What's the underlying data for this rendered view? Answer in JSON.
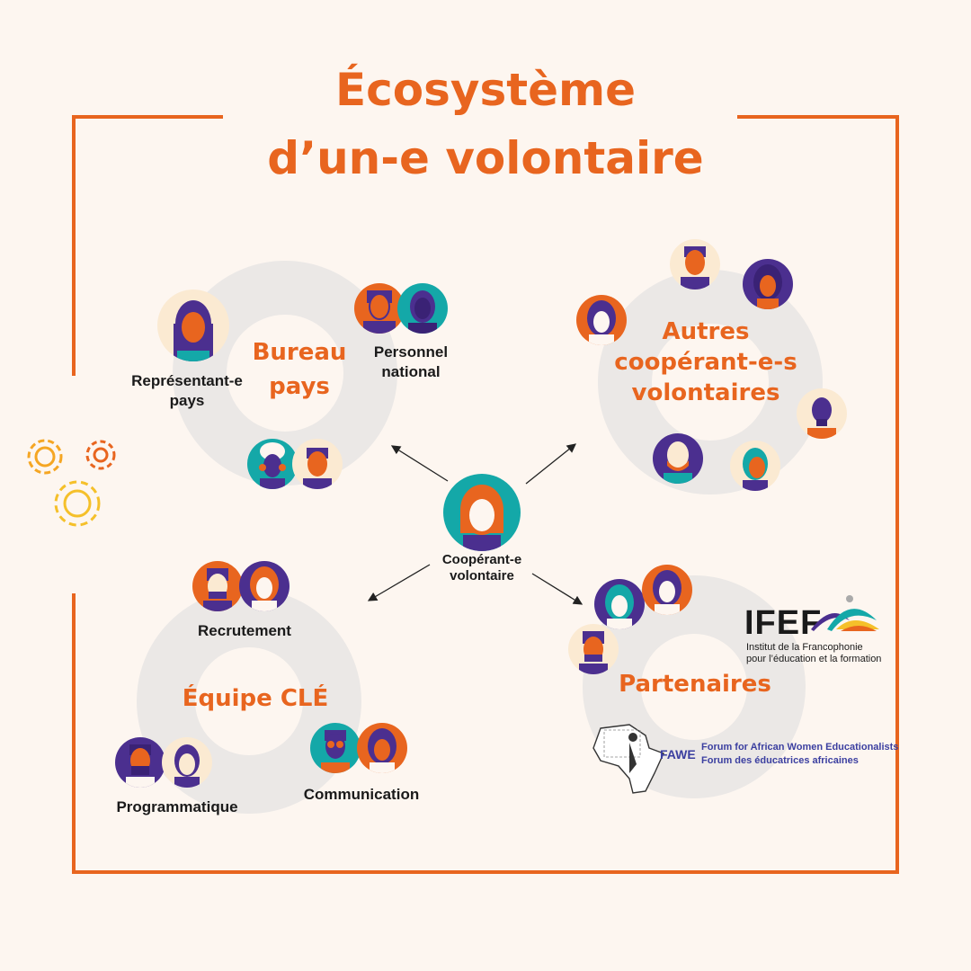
{
  "title": {
    "line1": "Écosystème",
    "line2": "d’un-e volontaire"
  },
  "center": {
    "label_line1": "Coopérant-e",
    "label_line2": "volontaire"
  },
  "clusters": {
    "bureau": {
      "title_line1": "Bureau",
      "title_line2": "pays",
      "roles": {
        "representant_line1": "Représentant-e",
        "representant_line2": "pays",
        "personnel_line1": "Personnel",
        "personnel_line2": "national"
      }
    },
    "autres": {
      "title_line1": "Autres",
      "title_line2": "coopérant-e-s",
      "title_line3": "volontaires"
    },
    "equipe": {
      "title": "Équipe CLÉ",
      "roles": {
        "recrutement": "Recrutement",
        "programmatique": "Programmatique",
        "communication": "Communication"
      }
    },
    "partenaires": {
      "title": "Partenaires"
    }
  },
  "logos": {
    "ifef": {
      "name": "IFEF",
      "subtitle_line1": "Institut de la Francophonie",
      "subtitle_line2": "pour l’éducation et la formation"
    },
    "fawe": {
      "name": "FAWE",
      "subtitle_line1": "Forum for African Women Educationalists",
      "subtitle_line2": "Forum des éducatrices africaines"
    }
  },
  "colors": {
    "accent": "#e8651f",
    "teal": "#14a8a8",
    "purple": "#4b2f8f",
    "cream": "#fdf6f0",
    "ring": "#ebe8e6",
    "gear_yellow": "#f5c02a"
  }
}
